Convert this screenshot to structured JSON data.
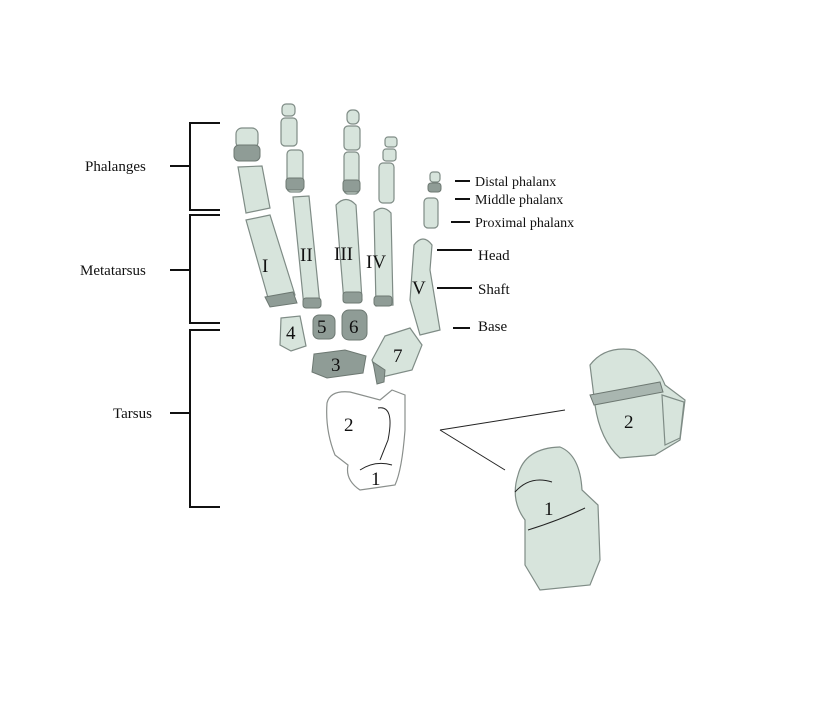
{
  "regions": {
    "phalanges": "Phalanges",
    "metatarsus": "Metatarsus",
    "tarsus": "Tarsus"
  },
  "parts": {
    "distal": "Distal phalanx",
    "middle": "Middle phalanx",
    "proximal": "Proximal phalanx",
    "head": "Head",
    "shaft": "Shaft",
    "base": "Base"
  },
  "metatarsals": [
    "I",
    "II",
    "III",
    "IV",
    "V"
  ],
  "tarsals": {
    "t1": "1",
    "t2": "2",
    "t3": "3",
    "t4": "4",
    "t5": "5",
    "t6": "6",
    "t7": "7"
  },
  "inset": {
    "t1": "1",
    "t2": "2"
  }
}
